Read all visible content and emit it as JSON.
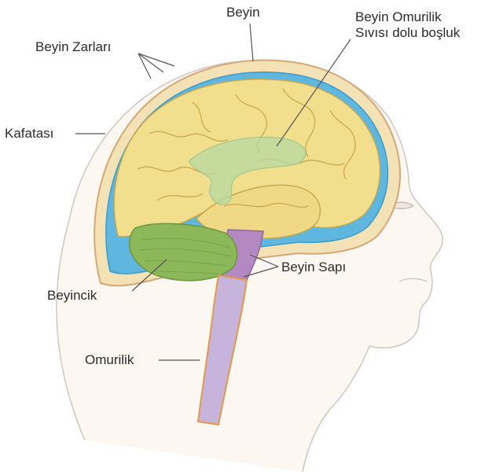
{
  "labels": {
    "beyin": "Beyin",
    "bos_line1": "Beyin Omurilik",
    "bos_line2": "Sıvısı dolu boşluk",
    "zarlar": "Beyin Zarları",
    "kafatasi": "Kafatası",
    "beyin_sapi": "Beyin Sapı",
    "beyincik": "Beyincik",
    "omurilik": "Omurilik"
  },
  "colors": {
    "cerebrum": "#f2df8e",
    "cerebrum_fold": "#c9a94e",
    "meninges": "#5fb6df",
    "skull": "#f3e2b6",
    "skull_edge": "#d6a777",
    "scalp": "#fbf0e6",
    "cerebellum": "#8db85a",
    "brainstem": "#b489c2",
    "spinal_cord": "#c6b4dc",
    "csf_ventricle": "#b6d9a2",
    "skin_outline": "#c9c2bc",
    "leader_line": "#555555"
  }
}
